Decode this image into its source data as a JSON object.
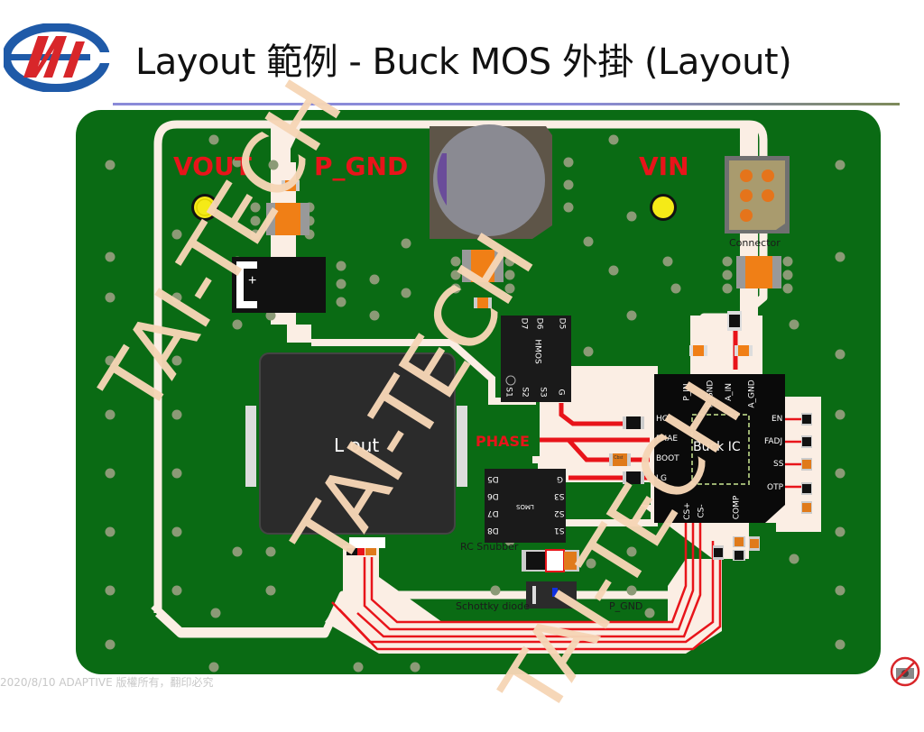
{
  "header": {
    "title": "Layout 範例 - Buck MOS 外掛 (Layout)",
    "logo": "company-logo-icon"
  },
  "footer": {
    "text": "2020/8/10  ADAPTIVE 版權所有，翻印必究"
  },
  "colors": {
    "board_green": "#0a6b14",
    "copper_pour": "#fbeee4",
    "trace_red": "#e8141a",
    "net_label_red": "#e8141a",
    "watermark": "#f6d6b6",
    "ic_black": "#111111",
    "title_rule": "#8a8ad8"
  },
  "pcb": {
    "net_labels": {
      "vout": "VOUT",
      "p_gnd_top": "P_GND",
      "vin": "VIN",
      "phase": "PHASE"
    },
    "components": {
      "connector": "Connector",
      "inductor": "L out",
      "rc_snubber": "RC Snubber",
      "schottky": "Schottky diode",
      "p_gnd_bottom": "P_GND",
      "cap_plus": "+",
      "cboot": "Cbst",
      "hmos_label": "HMOS",
      "lmos_label": "LMOS",
      "buck_ic": "Buck IC"
    },
    "hmos_pins_top": [
      "D7",
      "D6",
      "D5"
    ],
    "hmos_pins_bottom": [
      "S1",
      "S2",
      "S3",
      "G"
    ],
    "lmos_pins_left": [
      "D5",
      "D6",
      "D7",
      "D8"
    ],
    "lmos_pins_right": [
      "G",
      "S3",
      "S2",
      "S1"
    ],
    "ic_pins_top": [
      "P_IN",
      "P_GND",
      "A_IN",
      "A_GND"
    ],
    "ic_pins_left": [
      "HG",
      "PHAE",
      "BOOT",
      "LG"
    ],
    "ic_pins_right": [
      "EN",
      "FADJ",
      "SS",
      "OTP"
    ],
    "ic_pins_bottom": [
      "CS+",
      "CS-",
      "COMP"
    ]
  },
  "watermarks": [
    "TAI-TECH",
    "TAI-TECH",
    "TAI-TECH"
  ],
  "corner_icon": "no-camera-icon"
}
